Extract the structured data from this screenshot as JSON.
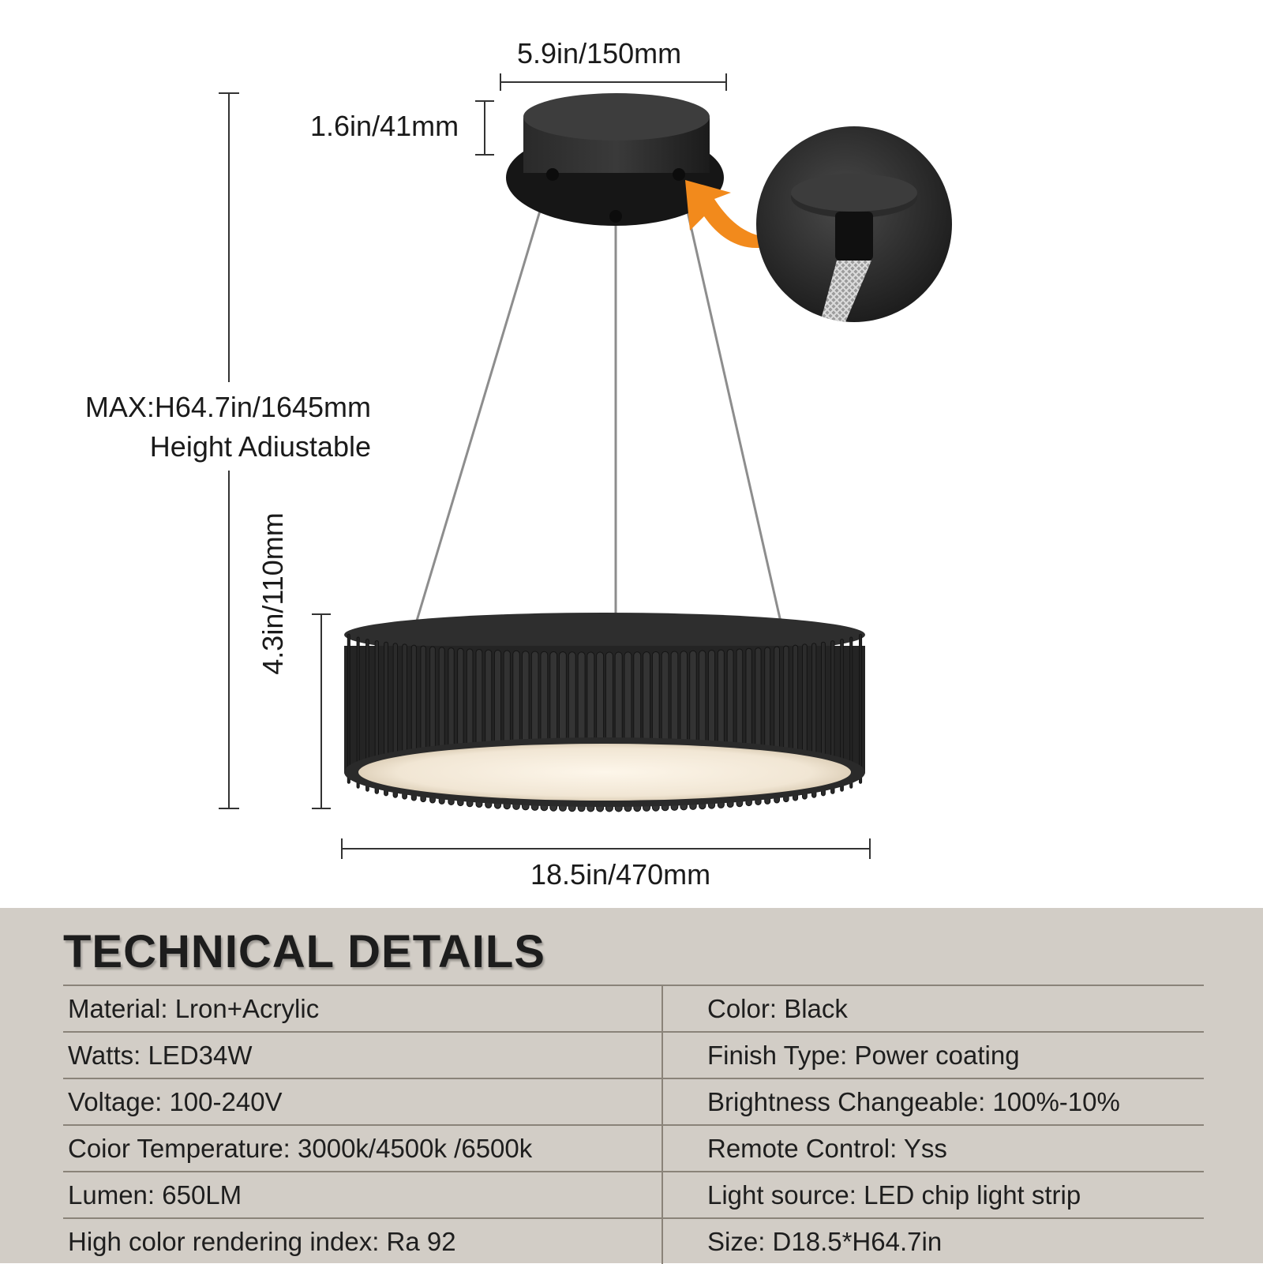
{
  "dimensions": {
    "top_width": "5.9in/150mm",
    "canopy_height": "1.6in/41mm",
    "max_height": "MAX:H64.7in/1645mm",
    "height_note": "Height Adiustable",
    "shade_height": "4.3in/110mm",
    "shade_diameter": "18.5in/470mm"
  },
  "details": {
    "title": "TECHNICAL DETAILS",
    "rows": [
      {
        "left": "Material:  Lron+Acrylic",
        "right": "Color: Black"
      },
      {
        "left": "Watts: LED34W",
        "right": "Finish Type: Power coating"
      },
      {
        "left": "Voltage:  100-240V",
        "right": "Brightness Changeable: 100%-10%"
      },
      {
        "left": "Coior Temperature: 3000k/4500k /6500k",
        "right": "Remote Control: Yss"
      },
      {
        "left": "Lumen: 650LM",
        "right": "Light source: LED  chip light strip"
      },
      {
        "left": "High color rendering index: Ra 92",
        "right": "Size: D18.5*H64.7in"
      }
    ]
  },
  "colors": {
    "panel_background": "#d2cdc6",
    "fixture": "#1f1f1f",
    "accent_arrow": "#f28a1c"
  }
}
